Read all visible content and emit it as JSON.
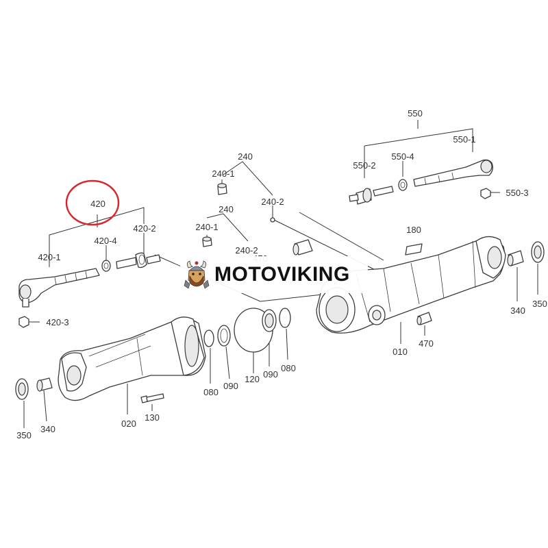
{
  "diagram": {
    "labels": {
      "l420": "420",
      "l420_1": "420-1",
      "l420_2": "420-2",
      "l420_3": "420-3",
      "l420_4": "420-4",
      "l240a": "240",
      "l240_1a": "240-1",
      "l240_2a": "240-2",
      "l240b": "240",
      "l240_1b": "240-1",
      "l240_2b": "240-2",
      "l550": "550",
      "l550_1": "550-1",
      "l550_2": "550-2",
      "l550_3": "550-3",
      "l550_4": "550-4",
      "l180": "180",
      "l470a": "470",
      "l470b": "470",
      "l340a": "340",
      "l350a": "350",
      "l340b": "340",
      "l350b": "350",
      "l010": "010",
      "l020": "020",
      "l080a": "080",
      "l090a": "090",
      "l120": "120",
      "l090b": "090",
      "l080b": "080",
      "l130": "130"
    },
    "highlight_color": "#d9262c"
  },
  "watermark": {
    "text": "MOTOVIKING",
    "logo_icon": "viking-mascot-icon"
  }
}
